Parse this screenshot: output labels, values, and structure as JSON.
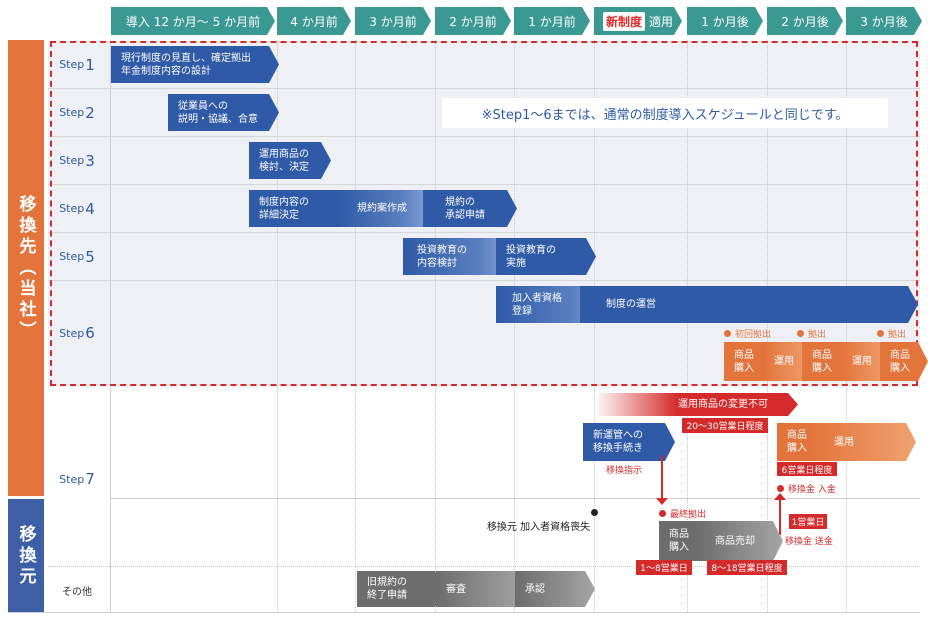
{
  "header": {
    "columns": [
      "導入 12 か月〜 5 か月前",
      "4 か月前",
      "3 か月前",
      "2 か月前",
      "1 か月前",
      "適用",
      "1 か月後",
      "2 か月後",
      "3 か月後"
    ],
    "new_tag": "新制度"
  },
  "side": {
    "dest": "移換先（当社）",
    "src": "移換元"
  },
  "steps": [
    {
      "prefix": "Step",
      "num": "1"
    },
    {
      "prefix": "Step",
      "num": "2"
    },
    {
      "prefix": "Step",
      "num": "3"
    },
    {
      "prefix": "Step",
      "num": "4"
    },
    {
      "prefix": "Step",
      "num": "5"
    },
    {
      "prefix": "Step",
      "num": "6"
    },
    {
      "prefix": "Step",
      "num": "7"
    }
  ],
  "other_label": "その他",
  "note": "※Step1〜6までは、通常の制度導入スケジュールと同じです。",
  "bars": {
    "s1": "現行制度の見直し、確定拠出\n年金制度内容の設計",
    "s2": "従業員への\n説明・協議、合意",
    "s3": "運用商品の\n検討、決定",
    "s4a": "制度内容の\n詳細決定",
    "s4b": "規約案作成",
    "s4c": "規約の\n承認申請",
    "s5a": "投資教育の\n内容検討",
    "s5b": "投資教育の\n実施",
    "s6a": "加入者資格\n登録",
    "s6b": "制度の運営",
    "o1": "商品\n購入",
    "o2": "運用",
    "o3": "商品\n購入",
    "o4": "運用",
    "o5": "商品\n購入",
    "s7a": "新運管への\n移換手続き",
    "s7b": "運用商品の変更不可",
    "s7c": "商品\n購入",
    "s7d": "運用",
    "g1": "商品\n購入",
    "g2": "商品売却",
    "x1": "旧規約の\n終了申請",
    "x2": "審査",
    "x3": "承認"
  },
  "labels": {
    "first_contrib": "初回拠出",
    "contrib1": "拠出",
    "contrib2": "拠出",
    "transfer_instr": "移換指示",
    "days_20_30": "20〜30営業日程度",
    "days_6": "6営業日程度",
    "transfer_in": "移換金 入金",
    "last_contrib": "最終拠出",
    "loss": "移換元 加入者資格喪失",
    "days_1": "1営業日",
    "transfer_out": "移換金 送金",
    "days_1_8": "1〜8営業日",
    "days_8_18": "8〜18営業日程度"
  },
  "colors": {
    "header": "#3a9a93",
    "dest_band": "#e3743b",
    "src_band": "#3e5ea6",
    "step_blue": "#2e5aa8",
    "red": "#d42a2a",
    "gray": "#6d6d6d"
  }
}
